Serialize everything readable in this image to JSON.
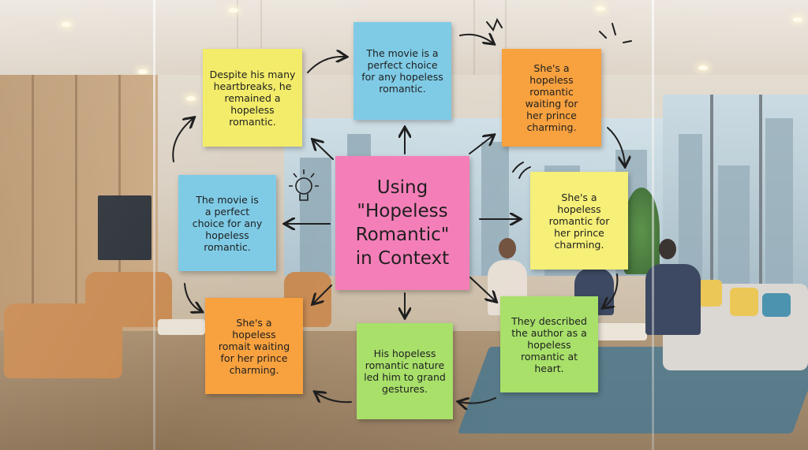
{
  "notes": {
    "center": "Using\n\"Hopeless\nRomantic\"\nin Context",
    "top_left": "Despite his many\nheartbreaks, he\nremained a\nhopeless\nromantic.",
    "top_center": "The movie is a\nperfect choice\nfor any hopeless\nromantic.",
    "top_right": "She's a\nhopeless romantic\nwaiting for\nher prince\ncharming.",
    "mid_left": "The movie is\na perfect\nchoice for any\nhopeless\nromantic.",
    "mid_right": "She's a\nhopeless\nromantic for\nher prince\ncharming.",
    "bottom_left": "She's a\nhopeless\nromait waiting\nfor her prince\ncharming.",
    "bottom_center": "His hopeless\nromantic nature\nled him to grand\ngestures.",
    "bottom_right": "They described\nthe author as a\nhopeless\nromantic at\nheart."
  },
  "colors": {
    "yellow": "#f3ec6a",
    "blue": "#7fcbe6",
    "orange": "#f7a13f",
    "pink": "#f47fb8",
    "green": "#a8e06a",
    "ink": "#1f1f1f"
  },
  "icons": [
    "lightbulb-icon",
    "arrow-icon"
  ]
}
